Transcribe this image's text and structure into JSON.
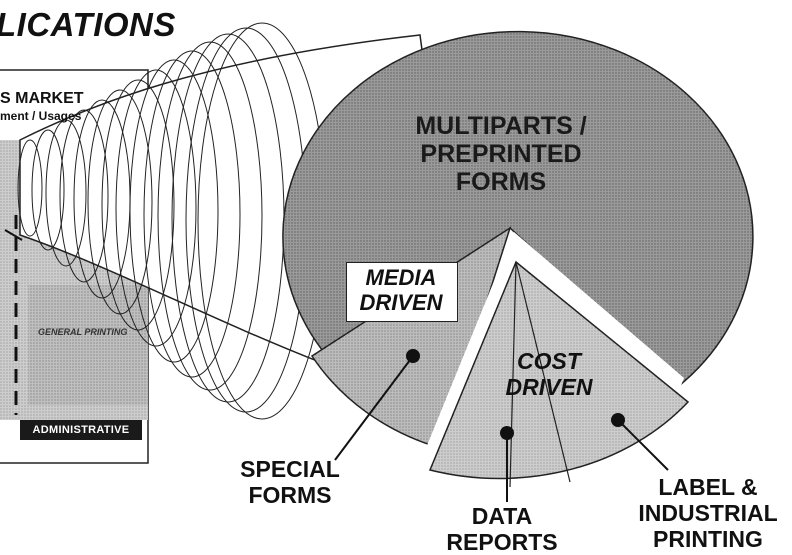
{
  "title": "LICATIONS",
  "left_panel": {
    "market_heading": "S MARKET",
    "market_sub": "ment / Usages",
    "general_printing": "GENERAL PRINTING",
    "administrative": "ADMINISTRATIVE"
  },
  "pie": {
    "main_segment": "MULTIPARTS / PREPRINTED FORMS",
    "media_driven": "MEDIA DRIVEN",
    "cost_driven": "COST DRIVEN"
  },
  "callouts": {
    "special_forms": "SPECIAL FORMS",
    "data_reports": "DATA REPORTS",
    "label_industrial": "LABEL & INDUSTRIAL PRINTING"
  },
  "colors": {
    "main_fill": "#8a8a8a",
    "media_fill": "#b4b4b4",
    "cost_fill": "#c8c8c8",
    "admin_bg": "#1a1a1a"
  }
}
